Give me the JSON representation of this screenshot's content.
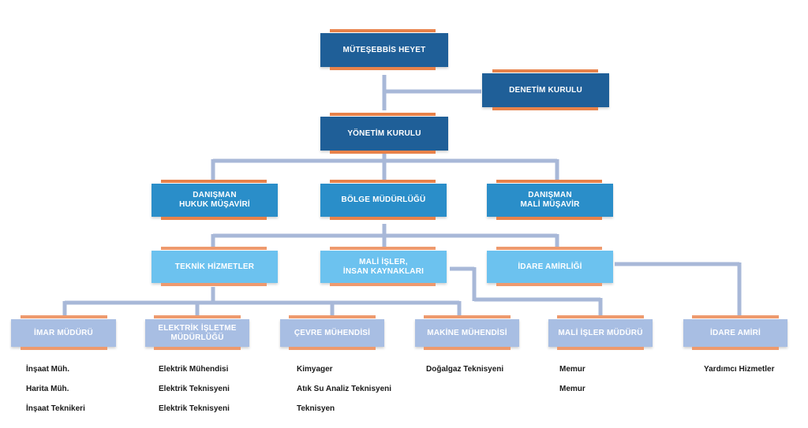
{
  "nodes": {
    "muteşebbis": "MÜTEŞEBBİS HEYET",
    "denetim": "DENETİM KURULU",
    "yonetim": "YÖNETİM KURULU",
    "hukuk": "DANIŞMAN\nHUKUK MÜŞAVİRİ",
    "bolge": "BÖLGE MÜDÜRLÜĞÜ",
    "mali_musavir": "DANIŞMAN\nMALİ MÜŞAVİR",
    "teknik": "TEKNİK HİZMETLER",
    "mali_isler_ik": "MALİ İŞLER,\nİNSAN KAYNAKLARI",
    "idare_amirligi": "İDARE AMİRLİĞİ",
    "imar": "İMAR MÜDÜRÜ",
    "elektrik": "ELEKTRİK İŞLETME\nMÜDÜRLÜĞÜ",
    "cevre": "ÇEVRE MÜHENDİSİ",
    "makine": "MAKİNE MÜHENDİSİ",
    "mali_isler_mudur": "MALİ İŞLER MÜDÜRÜ",
    "idare_amiri": "İDARE AMİRİ"
  },
  "staff": {
    "imar": [
      "İnşaat Müh.",
      "Harita Müh.",
      "İnşaat Teknikeri"
    ],
    "elektrik": [
      "Elektrik Mühendisi",
      "Elektrik Teknisyeni",
      "Elektrik Teknisyeni"
    ],
    "cevre": [
      "Kimyager",
      "Atık Su Analiz Teknisyeni",
      "Teknisyen"
    ],
    "makine": [
      "Doğalgaz Teknisyeni"
    ],
    "mali_isler_mudur": [
      "Memur",
      "Memur"
    ],
    "idare_amiri": [
      "Yardımcı Hizmetler"
    ]
  },
  "colors": {
    "connector": "#a8b8d8",
    "accent_bar": "#e8824a",
    "level1": "#1f5f98",
    "level2": "#2a8ec9",
    "level3": "#6cc2ef",
    "level4": "#a8bee3"
  }
}
